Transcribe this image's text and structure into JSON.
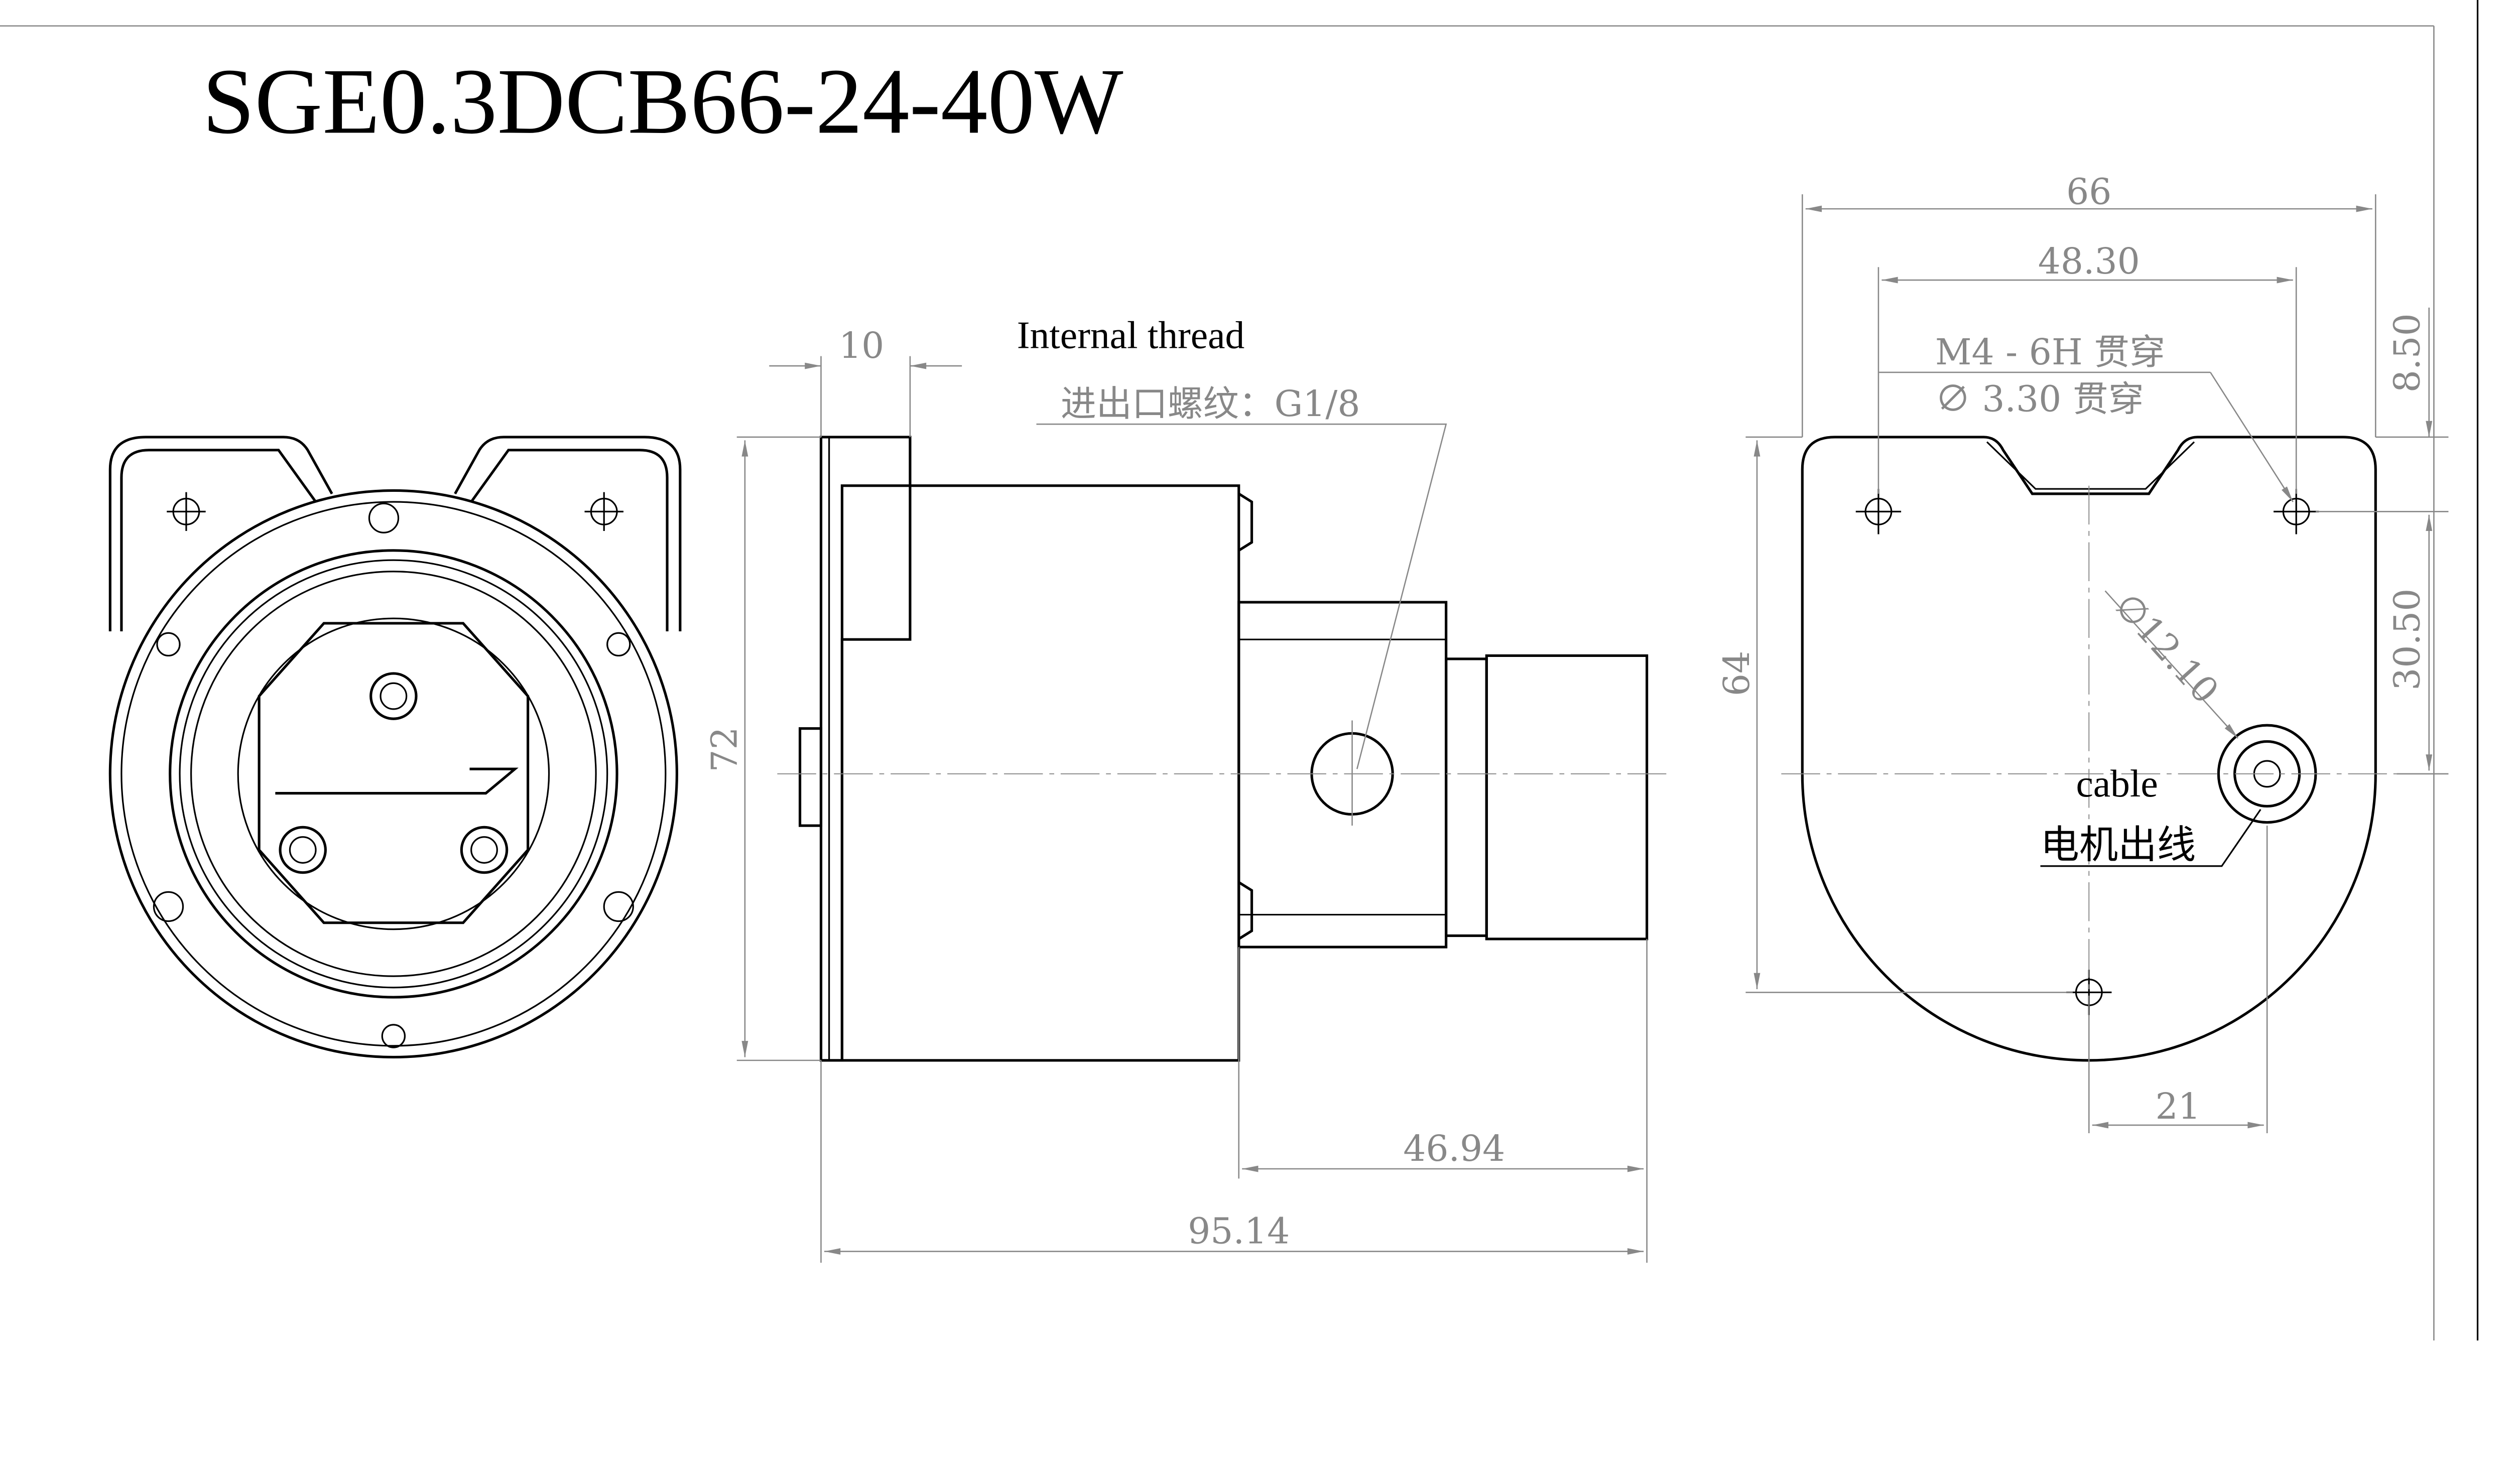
{
  "title": "SGE0.3DCB66-24-40W",
  "annotations": {
    "internal_thread": "Internal thread",
    "thread_spec": "进出口螺纹：G1/8",
    "hole_thread": "M4 - 6H 贯穿",
    "hole_dia": "∅ 3.30 贯穿",
    "bore_dia": "∅12.10",
    "cable_en": "cable",
    "cable_cn": "电机出线"
  },
  "dimensions": {
    "side_height": "72",
    "flange_thickness": "10",
    "pump_head_length": "46.94",
    "total_length": "95.14",
    "rear_width": "66",
    "hole_spacing": "48.30",
    "rear_height": "64",
    "hole_offset_top": "8.50",
    "center_offset": "30.50",
    "cable_offset": "21"
  },
  "colors": {
    "outline": "#000000",
    "dimension": "#888888"
  }
}
